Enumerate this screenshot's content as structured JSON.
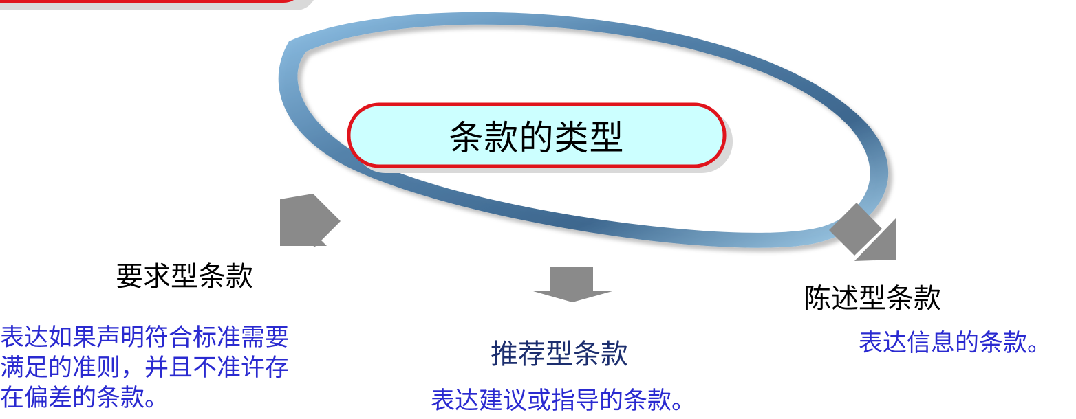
{
  "center": {
    "title": "条款的类型"
  },
  "types": [
    {
      "heading": "要求型条款",
      "description_lines": [
        "表达如果声明符合标准需要",
        "满足的准则，并且不准许存",
        "在偏差的条款。"
      ]
    },
    {
      "heading": "推荐型条款",
      "description_lines": [
        "表达建议或指导的条款。"
      ]
    },
    {
      "heading": "陈述型条款",
      "description_lines": [
        "表达信息的条款。"
      ]
    }
  ],
  "colors": {
    "ring": "#4a7aa6",
    "ring_highlight": "#7fb0d8",
    "box_border": "#e0141c",
    "box_fill": "#ccffff",
    "arrow": "#8a8a8a",
    "desc_text": "#2a2ad0",
    "heading_navy": "#1c2e6e"
  }
}
